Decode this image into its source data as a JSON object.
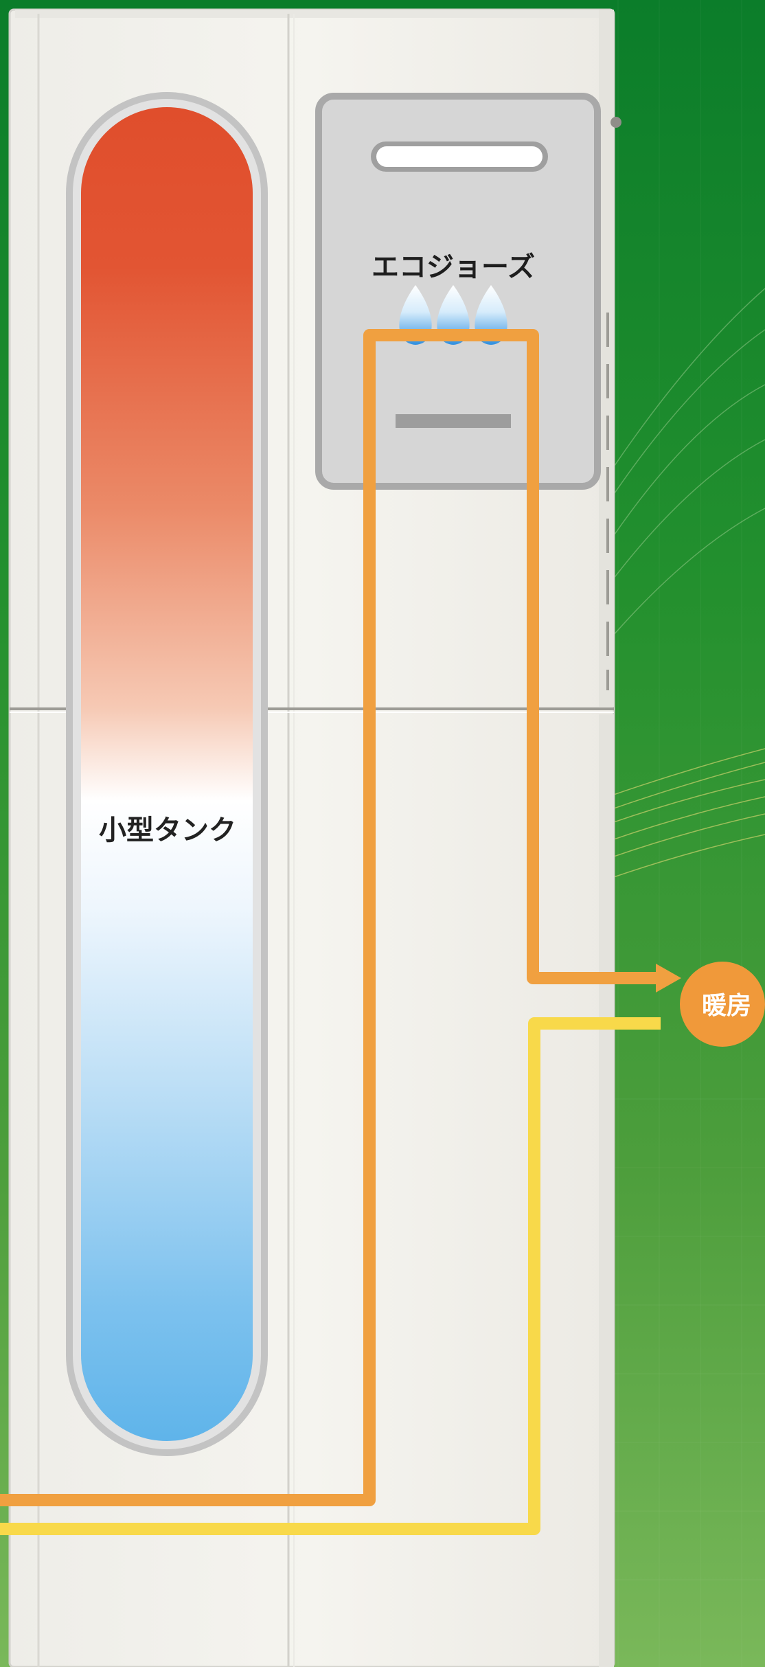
{
  "unit": {
    "label": "エコジョーズ"
  },
  "tank": {
    "label": "小型タンク"
  },
  "heating": {
    "label": "暖房"
  },
  "colors": {
    "background_top": "#0b7d2a",
    "background_bottom": "#7ab85a",
    "cabinet": "#f2f1ec",
    "cabinet_edge": "#d8d7d1",
    "unit_panel": "#d6d6d6",
    "unit_border": "#a9a9a9",
    "tank_hot": "#e04e2c",
    "tank_cold": "#5fb4ea",
    "tank_rim": "#b9b9b9",
    "pipe_hot": "#f0a040",
    "pipe_return": "#f8d94a",
    "badge": "#f0993a",
    "flame_blue": "#2f8fe0",
    "burner_bar": "#9d9d9d"
  }
}
